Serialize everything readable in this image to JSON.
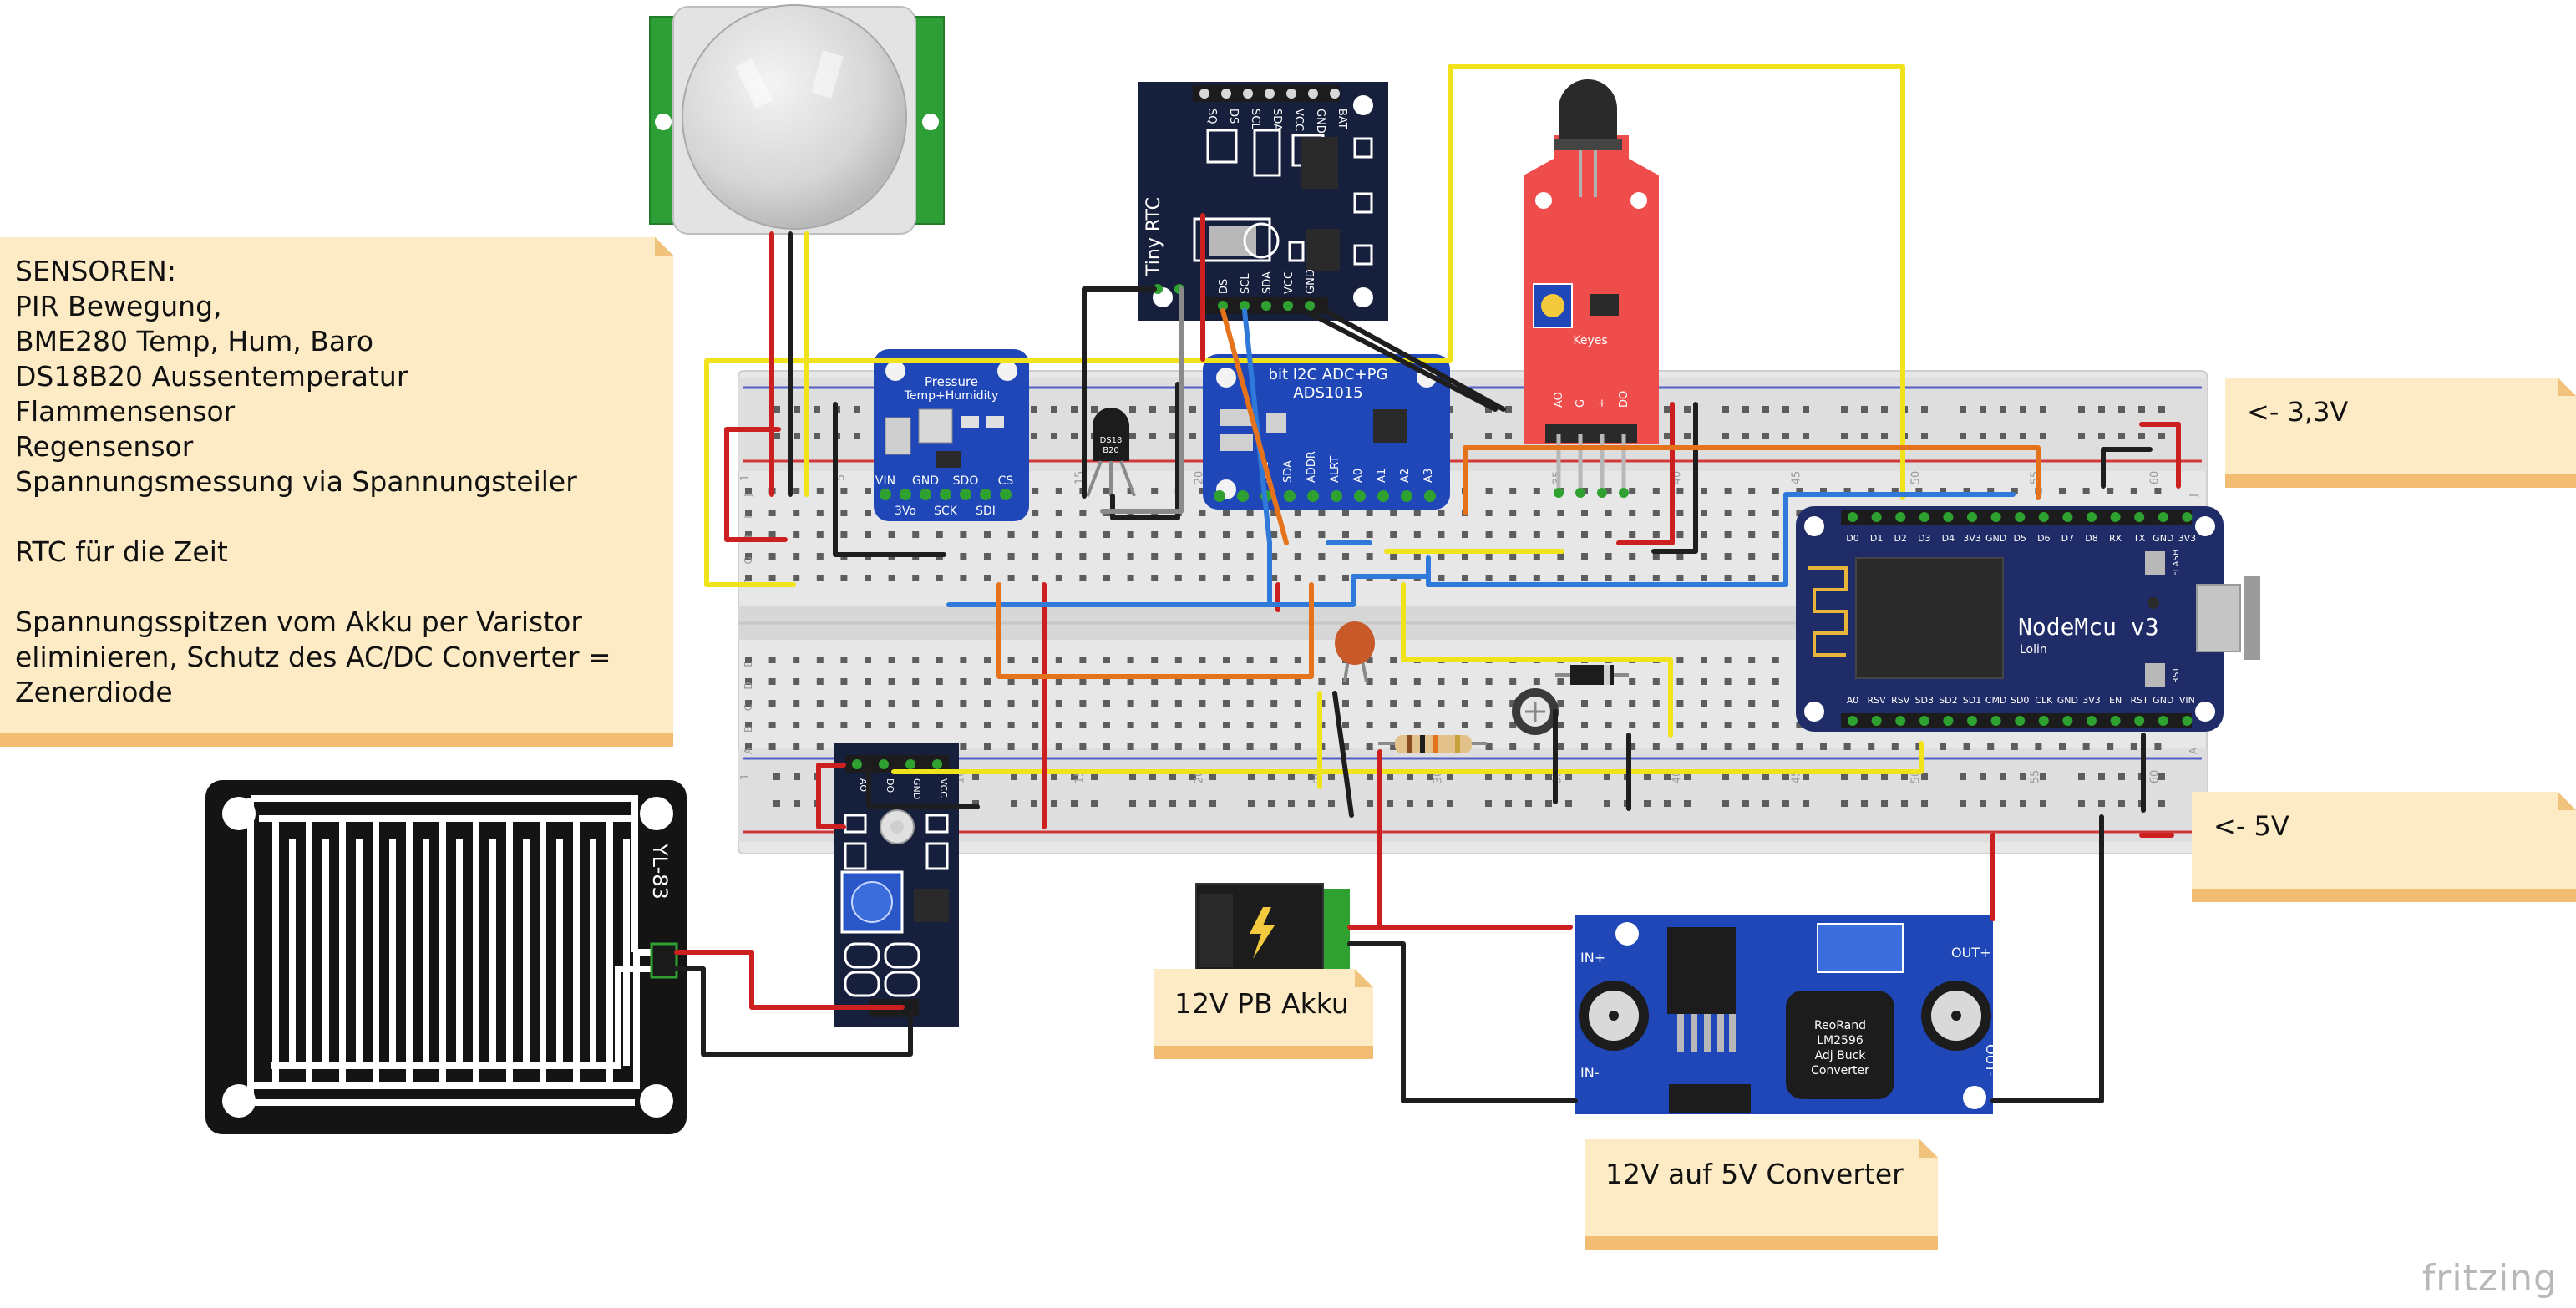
{
  "notes": {
    "sensors": "SENSOREN:\nPIR Bewegung,\nBME280 Temp, Hum, Baro\nDS18B20 Aussentemperatur\nFlammensensor\nRegensensor\nSpannungsmessung via Spannungsteiler\n\nRTC für die Zeit\n\nSpannungsspitzen vom Akku per Varistor\neliminieren, Schutz des AC/DC Converter =\nZenerdiode",
    "rail_33v": "<- 3,3V",
    "rail_5v": "<- 5V",
    "akku": "12V PB Akku",
    "converter": "12V auf 5V Converter"
  },
  "rtc": {
    "title": "Tiny RTC",
    "top_pins": [
      "SQ",
      "DS",
      "SCL",
      "SDA",
      "VCC",
      "GND",
      "BAT"
    ],
    "bottom_pins": [
      "DS",
      "SCL",
      "SDA",
      "VCC",
      "GND"
    ]
  },
  "bme": {
    "title_line1": "Pressure",
    "title_line2": "Temp+Humidity",
    "pins_top": [
      "VIN",
      "GND",
      "SDO",
      "CS"
    ],
    "pins_bottom": [
      "3Vo",
      "SCK",
      "SDI"
    ]
  },
  "ads": {
    "title_line1": "bit I2C ADC+PG",
    "title_line2": "ADS1015",
    "pins": [
      "SCL",
      "SDA",
      "ADDR",
      "ALRT",
      "A0",
      "A1",
      "A2",
      "A3"
    ]
  },
  "ds18": {
    "label_line1": "DS18",
    "label_line2": "B20"
  },
  "flame": {
    "brand": "Keyes",
    "pins": [
      "AO",
      "G",
      "+",
      "DO"
    ]
  },
  "nodemcu": {
    "name": "NodeMcu v3",
    "vendor": "Lolin",
    "top_pins": [
      "D0",
      "D1",
      "D2",
      "D3",
      "D4",
      "3V3",
      "GND",
      "D5",
      "D6",
      "D7",
      "D8",
      "RX",
      "TX",
      "GND",
      "3V3"
    ],
    "bottom_pins": [
      "A0",
      "RSV",
      "RSV",
      "SD3",
      "SD2",
      "SD1",
      "CMD",
      "SD0",
      "CLK",
      "GND",
      "3V3",
      "EN",
      "RST",
      "GND",
      "VIN"
    ],
    "flash_label": "FLASH",
    "rst_label": "RST"
  },
  "rain_sensor": {
    "label": "YL-83"
  },
  "rain_module": {
    "pins": [
      "AO",
      "DO",
      "GND",
      "VCC"
    ]
  },
  "buck": {
    "in_plus": "IN+",
    "in_minus": "IN-",
    "out_plus": "OUT+",
    "out_minus": "OUT-",
    "inductor_line1": "ReoRand",
    "inductor_line2": "LM2596",
    "inductor_line3": "Adj Buck",
    "inductor_line4": "Converter"
  },
  "breadboard": {
    "column_numbers": [
      "1",
      "5",
      "10",
      "15",
      "20",
      "25",
      "30",
      "35",
      "40",
      "45",
      "50",
      "55",
      "60"
    ],
    "row_letters_top": [
      "J",
      "I",
      "H",
      "G",
      "F"
    ],
    "row_letters_bottom": [
      "E",
      "D",
      "C",
      "B",
      "A"
    ]
  },
  "colors": {
    "wire_red": "#cc1f1f",
    "wire_black": "#1e1e1e",
    "wire_yellow": "#f0e21b",
    "wire_blue": "#2f79d8",
    "wire_orange": "#e5731c",
    "wire_grey": "#8a8a8a",
    "pcb_blue": "#1f47b8",
    "pcb_red": "#ee4b4b",
    "pcb_green": "#2fa130",
    "note_fill": "#fdebc5",
    "note_band": "#f2bd73"
  },
  "brand": "fritzing"
}
